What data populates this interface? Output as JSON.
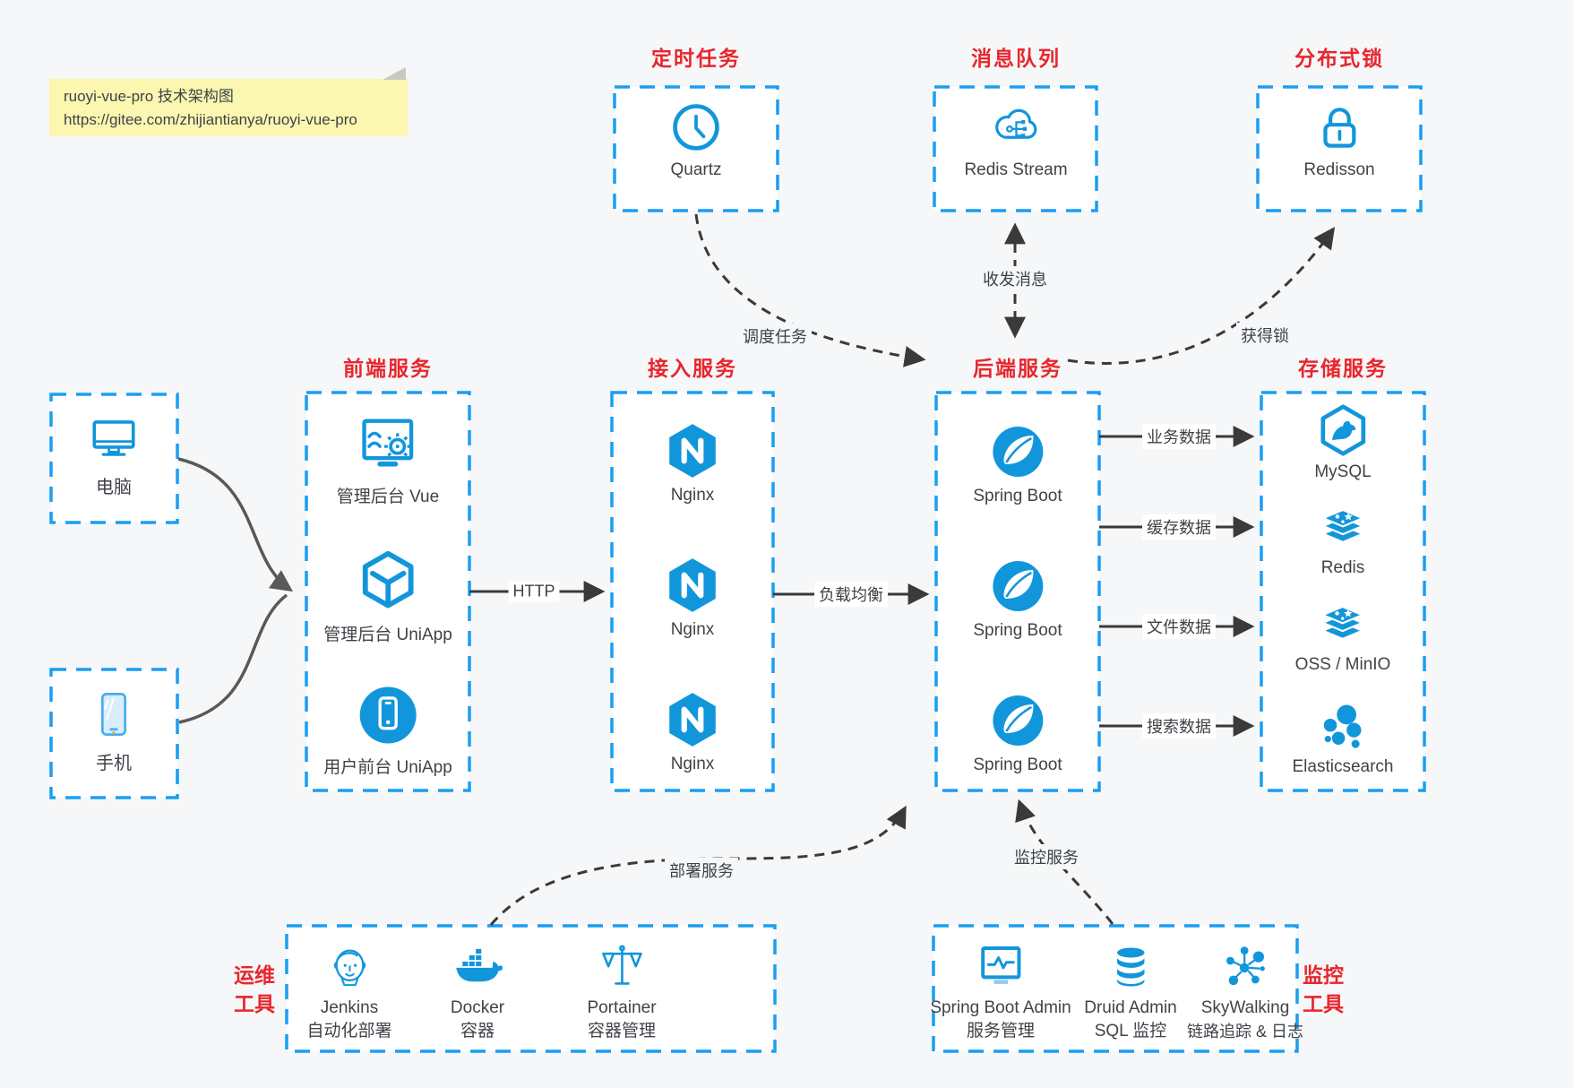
{
  "note": {
    "title": "ruoyi-vue-pro 技术架构图",
    "url": "https://gitee.com/zhijiantianya/ruoyi-vue-pro"
  },
  "top_groups": [
    {
      "title": "定时任务",
      "item": {
        "label": "Quartz",
        "icon": "clock-icon"
      }
    },
    {
      "title": "消息队列",
      "item": {
        "label": "Redis Stream",
        "icon": "cloud-stream-icon"
      }
    },
    {
      "title": "分布式锁",
      "item": {
        "label": "Redisson",
        "icon": "lock-icon"
      }
    }
  ],
  "clients": [
    {
      "label": "电脑",
      "icon": "desktop-icon"
    },
    {
      "label": "手机",
      "icon": "phone-icon"
    }
  ],
  "columns": [
    {
      "title": "前端服务",
      "items": [
        {
          "label": "管理后台 Vue",
          "icon": "admin-vue-icon"
        },
        {
          "label": "管理后台 UniApp",
          "icon": "cube-icon"
        },
        {
          "label": "用户前台 UniApp",
          "icon": "mobile-app-icon"
        }
      ]
    },
    {
      "title": "接入服务",
      "items": [
        {
          "label": "Nginx",
          "icon": "nginx-icon"
        },
        {
          "label": "Nginx",
          "icon": "nginx-icon"
        },
        {
          "label": "Nginx",
          "icon": "nginx-icon"
        }
      ]
    },
    {
      "title": "后端服务",
      "items": [
        {
          "label": "Spring Boot",
          "icon": "spring-icon"
        },
        {
          "label": "Spring Boot",
          "icon": "spring-icon"
        },
        {
          "label": "Spring Boot",
          "icon": "spring-icon"
        }
      ]
    },
    {
      "title": "存储服务",
      "items": [
        {
          "label": "MySQL",
          "icon": "mysql-icon"
        },
        {
          "label": "Redis",
          "icon": "redis-stack-icon"
        },
        {
          "label": "OSS / MinIO",
          "icon": "redis-stack-icon"
        },
        {
          "label": "Elasticsearch",
          "icon": "elasticsearch-icon"
        }
      ]
    }
  ],
  "edges": {
    "http": "HTTP",
    "load_balance": "负载均衡",
    "biz_data": "业务数据",
    "cache_data": "缓存数据",
    "file_data": "文件数据",
    "search_data": "搜索数据",
    "schedule": "调度任务",
    "message": "收发消息",
    "acquire_lock": "获得锁",
    "deploy": "部署服务",
    "monitor": "监控服务"
  },
  "bottom_groups": [
    {
      "title_line1": "运维",
      "title_line2": "工具",
      "items": [
        {
          "label": "Jenkins",
          "sub": "自动化部署",
          "icon": "jenkins-icon"
        },
        {
          "label": "Docker",
          "sub": "容器",
          "icon": "docker-icon"
        },
        {
          "label": "Portainer",
          "sub": "容器管理",
          "icon": "portainer-icon"
        }
      ]
    },
    {
      "title_line1": "监控",
      "title_line2": "工具",
      "items": [
        {
          "label": "Spring Boot Admin",
          "sub": "服务管理",
          "icon": "sba-icon"
        },
        {
          "label": "Druid Admin",
          "sub": "SQL 监控",
          "icon": "druid-icon"
        },
        {
          "label": "SkyWalking",
          "sub": "链路追踪 & 日志",
          "icon": "skywalking-icon"
        }
      ]
    }
  ],
  "colors": {
    "box_border_blue": "#1a9ef2",
    "icon_blue": "#1296db",
    "title_red": "#e8262d",
    "text": "#3f4348",
    "arrow_dark": "#3a3a3a",
    "client_arrow_gray": "#595959",
    "note_bg": "#fbf6b0",
    "canvas_bg": "#f6f7f8"
  }
}
